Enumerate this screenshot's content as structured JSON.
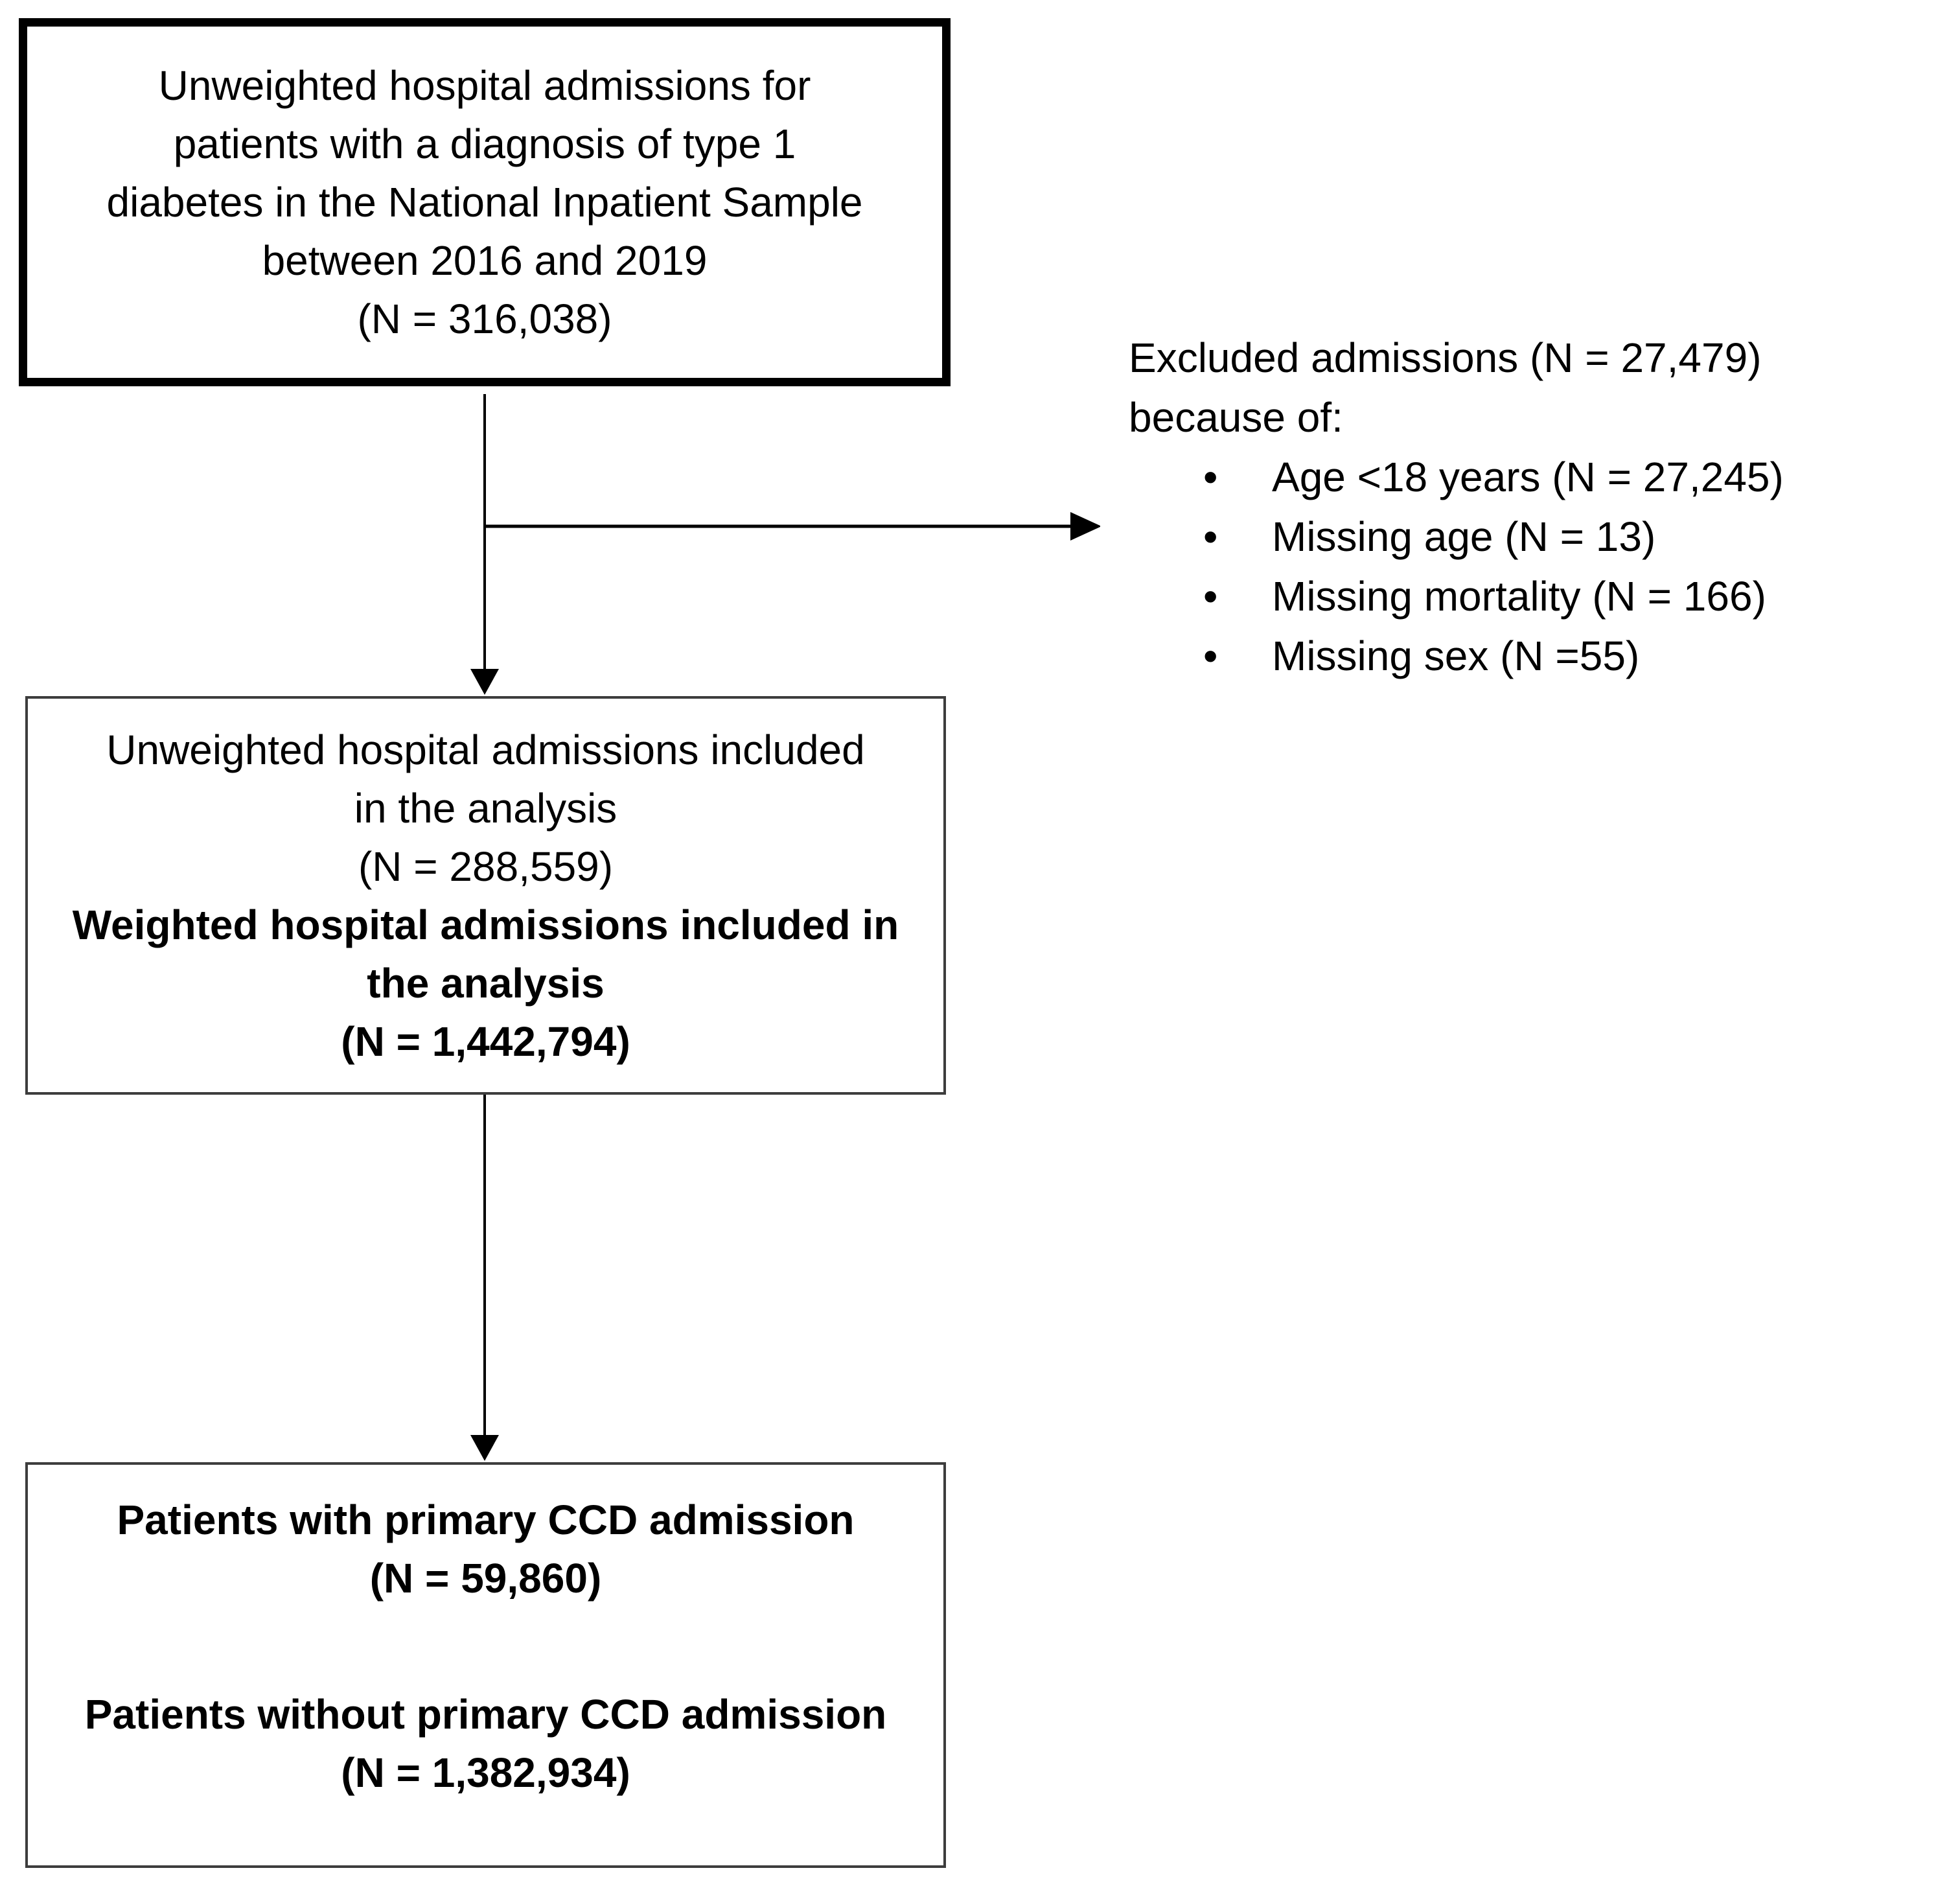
{
  "diagram": {
    "background_color": "#ffffff",
    "line_color": "#000000",
    "top_box": {
      "lines": [
        "Unweighted hospital admissions for",
        "patients with a diagnosis of type 1",
        "diabetes in the National Inpatient Sample",
        "between 2016 and 2019",
        "(N = 316,038)"
      ]
    },
    "excluded_box": {
      "header_lines": [
        "Excluded admissions (N = 27,479)",
        "because of:"
      ],
      "bullet_char": "•",
      "items": [
        "Age <18 years (N = 27,245)",
        "Missing age (N = 13)",
        "Missing mortality (N = 166)",
        "Missing sex (N =55)"
      ]
    },
    "included_box": {
      "regular_lines": [
        "Unweighted hospital admissions included",
        "in the analysis",
        "(N = 288,559)"
      ],
      "bold_lines": [
        "Weighted hospital admissions included in",
        "the analysis",
        "(N = 1,442,794)"
      ]
    },
    "outcome_box": {
      "group1_lines": [
        "Patients with primary CCD admission",
        "(N = 59,860)"
      ],
      "group2_lines": [
        "Patients without primary CCD admission",
        "(N = 1,382,934)"
      ]
    }
  }
}
